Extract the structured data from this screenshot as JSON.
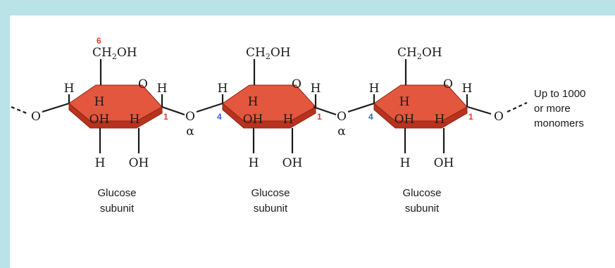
{
  "colors": {
    "ring_top": "#e3573f",
    "ring_side": "#b8321d",
    "ring_edge": "#8e2412",
    "label_red": "#e8392b",
    "label_blue": "#2f62d6",
    "label_green": "#2f9a4a",
    "frame_bg": "#b9e3e6"
  },
  "atoms": {
    "ring_oxygen": "O",
    "hydrogen": "H",
    "hydroxyl": "OH",
    "ch2oh_main": "CH",
    "ch2oh_sub": "2",
    "ch2oh_tail": "OH",
    "bridge_oxygen": "O"
  },
  "subunits": [
    {
      "caption_line1": "Glucose",
      "caption_line2": "subunit",
      "carbon6_label": "6",
      "carbon4_label": "",
      "carbon1_label": "1"
    },
    {
      "caption_line1": "Glucose",
      "caption_line2": "subunit",
      "carbon6_label": "",
      "carbon4_label": "4",
      "carbon1_label": "1"
    },
    {
      "caption_line1": "Glucose",
      "caption_line2": "subunit",
      "carbon6_label": "",
      "carbon4_label": "4",
      "carbon1_label": "1"
    }
  ],
  "linkages": [
    {
      "bond_label": "α"
    },
    {
      "bond_label": "α"
    }
  ],
  "note": {
    "line1": "Up to 1000",
    "line2": "or more",
    "line3": "monomers"
  }
}
